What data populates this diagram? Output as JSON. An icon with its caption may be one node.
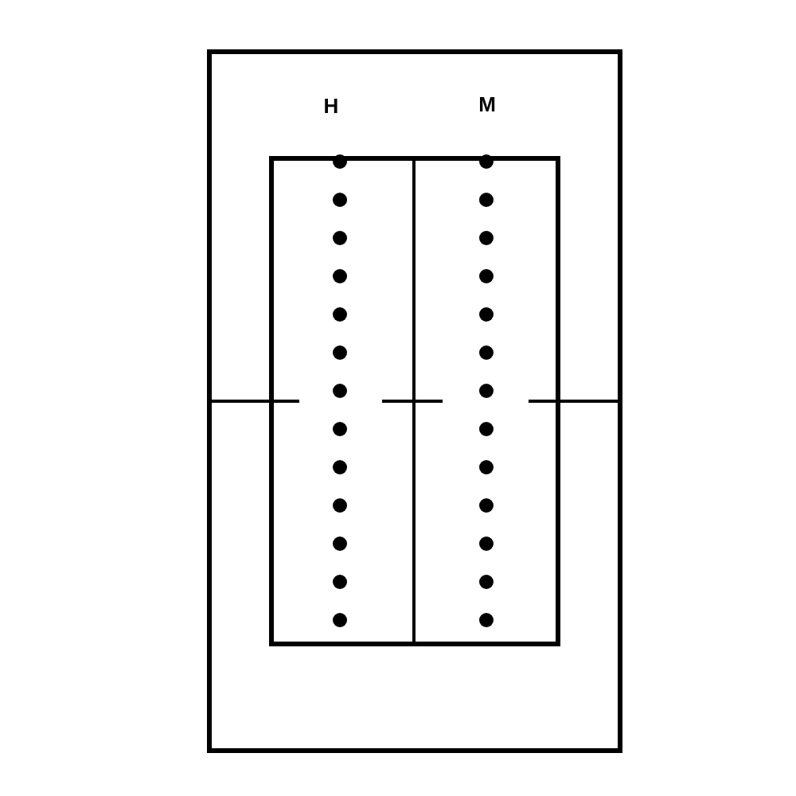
{
  "diagram": {
    "nodes": [
      {
        "text": [],
        "shape": "box"
      },
      {
        "text": [
          "H"
        ],
        "in": 0
      },
      {
        "text": [
          "M"
        ],
        "in": 0
      }
    ]
  }
}
